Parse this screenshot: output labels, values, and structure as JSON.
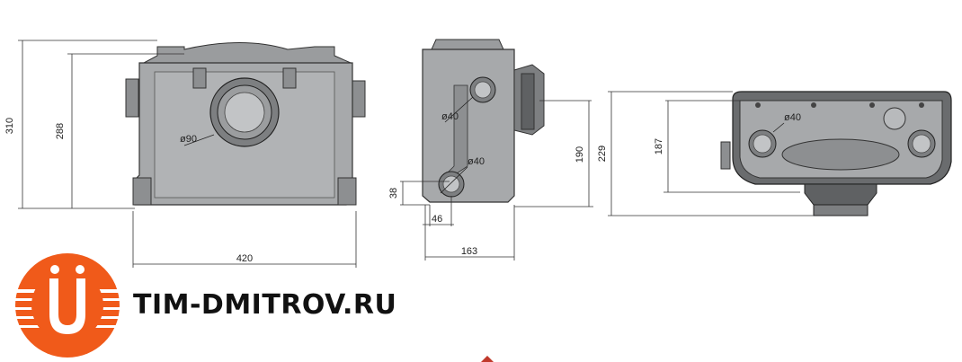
{
  "dimensions": {
    "front_height_total": "310",
    "front_height_body": "288",
    "front_width": "420",
    "front_outlet_diameter": "ø90",
    "side_inlet_upper": "ø40",
    "side_inlet_lower": "ø40",
    "side_width": "163",
    "side_inlet_height": "190",
    "side_low_height": "38",
    "side_low_offset": "46",
    "bottom_inlet": "ø40",
    "bottom_height_total": "229",
    "bottom_height_body": "187"
  },
  "brand": {
    "site": "TIM-DMITROV.RU",
    "logo_letter": "Ü",
    "logo_color": "#f05a1a"
  },
  "colors": {
    "body_fill": "#a7a9ab",
    "body_dark": "#6a6c6e",
    "line": "#333333"
  }
}
